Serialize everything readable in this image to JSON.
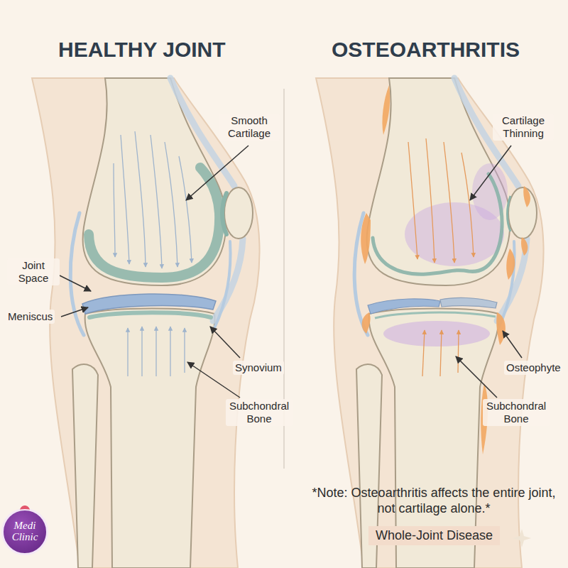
{
  "diagram": {
    "nodes": [
      {
        "text": [
          "Whole-Joint Disease"
        ]
      },
      {
        "text": [
          "Medi Clinic"
        ]
      }
    ],
    "labels": [
      "HEALTHY JOINT",
      "OSTEOARTHRITIS",
      "Smooth Cartilage",
      "Joint Space",
      "Meniscus",
      "Synovium",
      "Subchondral Bone",
      "Cartilage Thinning",
      "Osteophyte",
      "Subchondral Bone",
      "*Note: Osteoarthritis affects the entire joint, not cartilage alone.*"
    ]
  }
}
